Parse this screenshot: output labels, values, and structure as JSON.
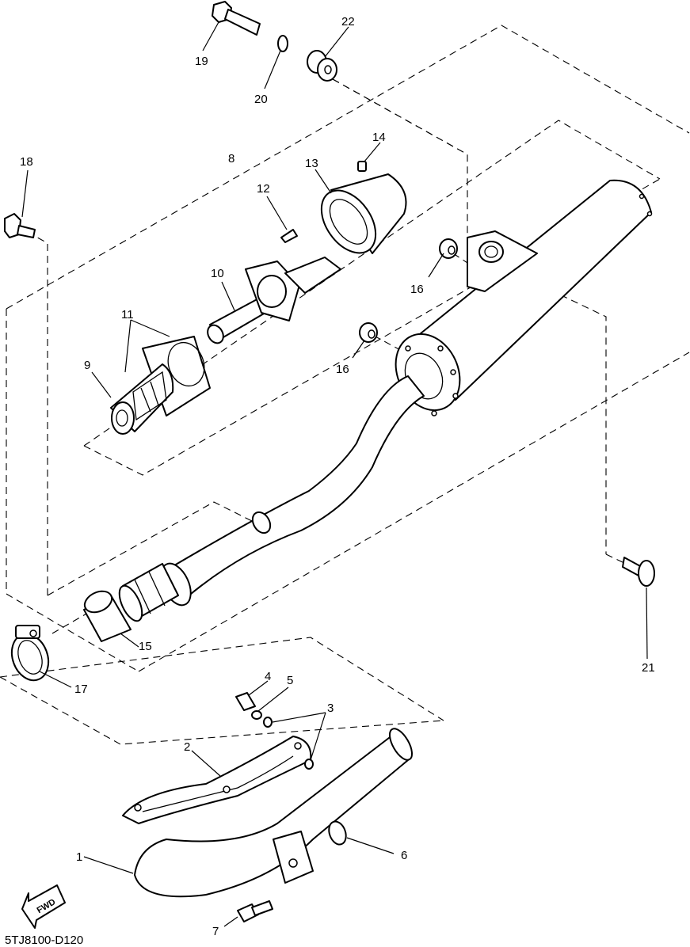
{
  "diagram_code": "5TJ8100-D120",
  "fwd_label": "FWD",
  "callouts": [
    {
      "id": "1",
      "label": "1"
    },
    {
      "id": "2",
      "label": "2"
    },
    {
      "id": "3",
      "label": "3"
    },
    {
      "id": "4",
      "label": "4"
    },
    {
      "id": "5",
      "label": "5"
    },
    {
      "id": "6",
      "label": "6"
    },
    {
      "id": "7",
      "label": "7"
    },
    {
      "id": "8",
      "label": "8"
    },
    {
      "id": "9",
      "label": "9"
    },
    {
      "id": "10",
      "label": "10"
    },
    {
      "id": "11",
      "label": "11"
    },
    {
      "id": "12",
      "label": "12"
    },
    {
      "id": "13",
      "label": "13"
    },
    {
      "id": "14",
      "label": "14"
    },
    {
      "id": "15",
      "label": "15"
    },
    {
      "id": "16a",
      "label": "16"
    },
    {
      "id": "16b",
      "label": "16"
    },
    {
      "id": "17",
      "label": "17"
    },
    {
      "id": "18",
      "label": "18"
    },
    {
      "id": "19",
      "label": "19"
    },
    {
      "id": "20",
      "label": "20"
    },
    {
      "id": "21",
      "label": "21"
    },
    {
      "id": "22",
      "label": "22"
    }
  ]
}
